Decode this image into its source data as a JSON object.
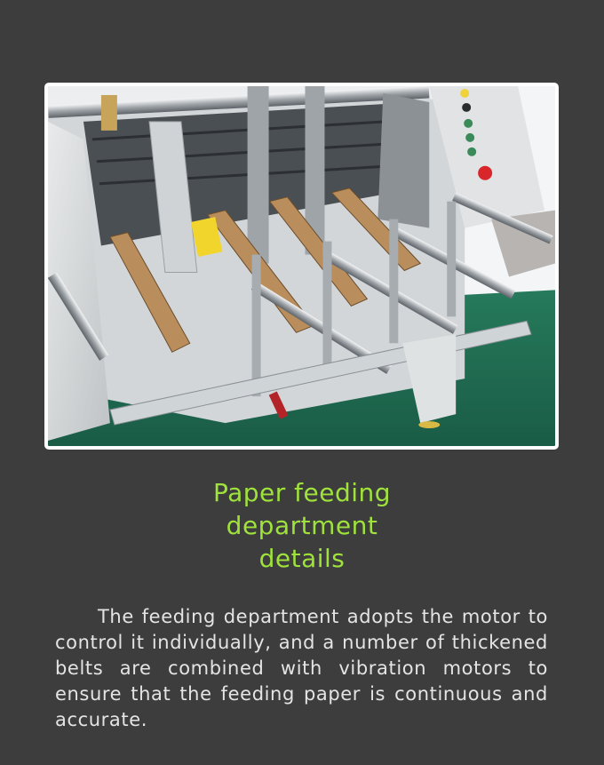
{
  "page": {
    "background_color": "#3d3d3d"
  },
  "photo": {
    "alt": "Paper feeding section of a folder gluer machine with belts, rails and control panel",
    "subject_colors": {
      "floor": "#1f6b52",
      "machine_body": "#d9dcdc",
      "belt": "#b98e5c",
      "stop_button": "#d8262a",
      "label_yellow": "#f2d52c",
      "backdrop": "#eef0f2"
    }
  },
  "section": {
    "title_lines": [
      "Paper feeding",
      "department",
      "details"
    ],
    "title_color": "#9fe23c",
    "body": "The feeding department adopts the motor to control it individually, and a number of thickened belts are combined with vibration motors to ensure that the feeding paper is continuous and accurate.",
    "body_color": "#e4e4e4"
  }
}
